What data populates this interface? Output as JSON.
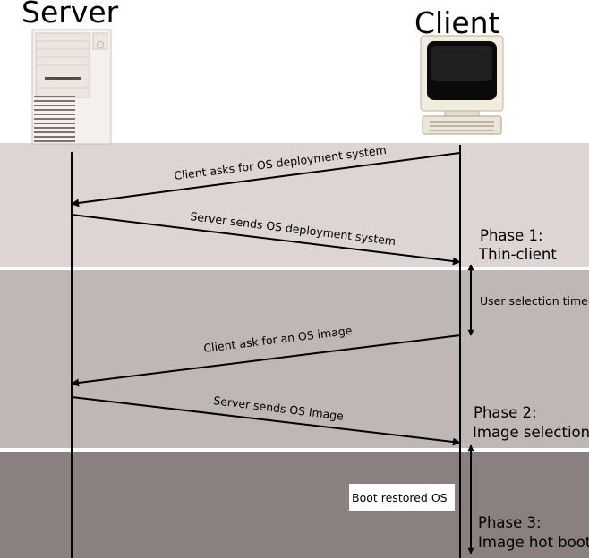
{
  "actors": {
    "server": "Server",
    "client": "Client"
  },
  "messages": [
    {
      "id": "m1",
      "text": "Client asks for OS deployment system",
      "from": "client",
      "to": "server"
    },
    {
      "id": "m2",
      "text": "Server sends OS deployment system",
      "from": "server",
      "to": "client"
    },
    {
      "id": "m3",
      "text": "Client ask for an OS image",
      "from": "client",
      "to": "server"
    },
    {
      "id": "m4",
      "text": "Server sends OS Image",
      "from": "server",
      "to": "client"
    }
  ],
  "phases": [
    {
      "title": "Phase 1:",
      "subtitle": "Thin-client"
    },
    {
      "title": "Phase 2:",
      "subtitle": "Image selection"
    },
    {
      "title": "Phase 3:",
      "subtitle": "Image hot boot"
    }
  ],
  "notes": {
    "user_selection": "User selection time",
    "boot_restored": "Boot restored OS"
  },
  "colors": {
    "band1": "#ddd4d4",
    "band2": "#bfb6b6",
    "band3": "#8a8080",
    "separator": "#ffffff",
    "line": "#000000"
  }
}
